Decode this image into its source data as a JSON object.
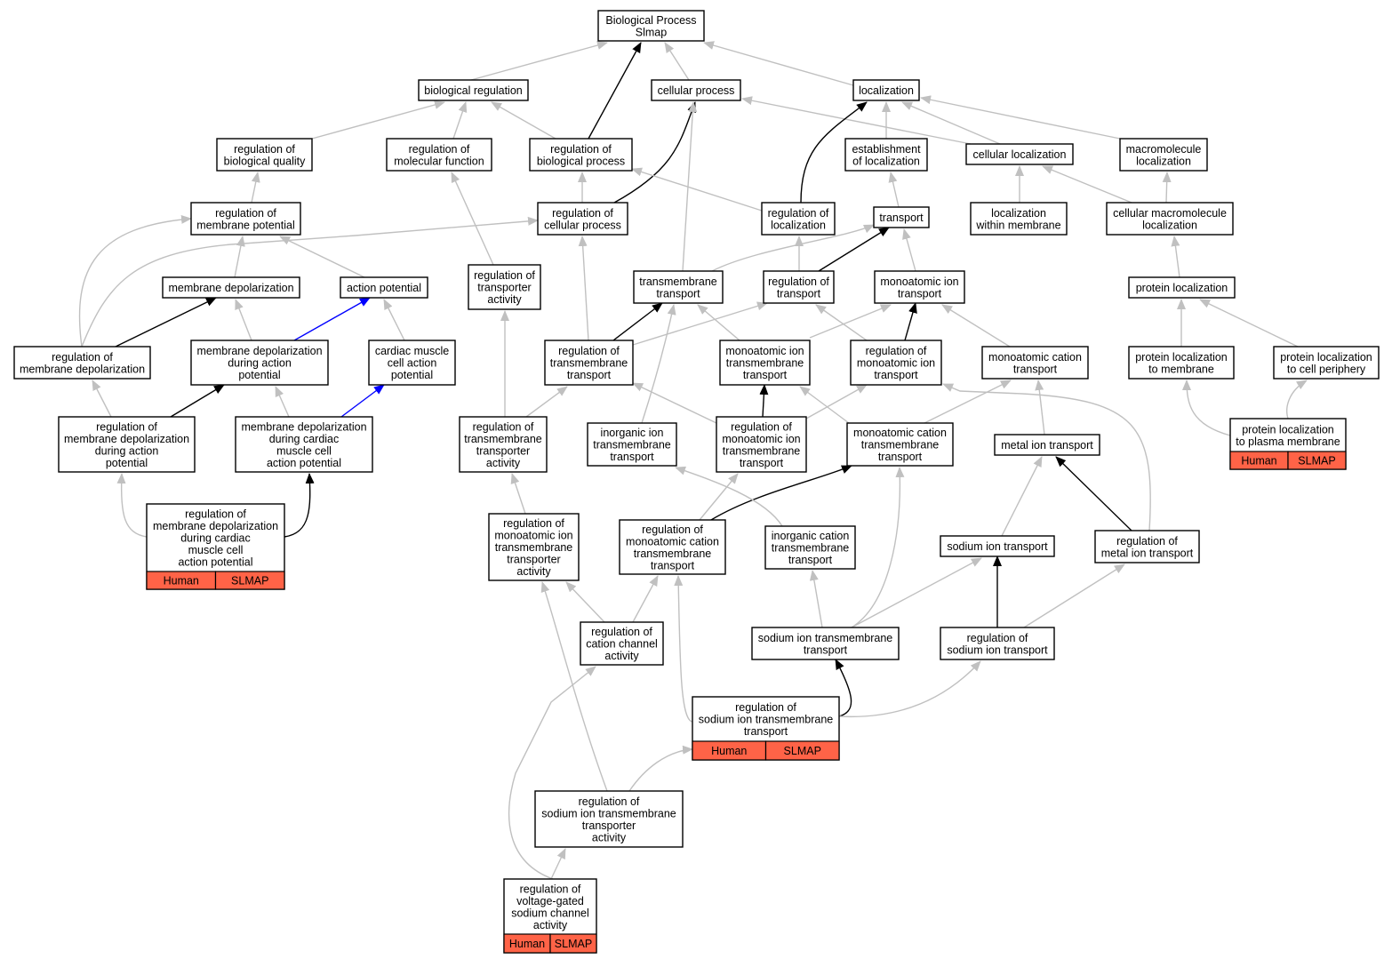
{
  "colors": {
    "gray": "#c0c0c0",
    "black": "#000000",
    "blue": "#0000ff",
    "tag": "#ff6347"
  },
  "tags": [
    "Human",
    "SLMAP"
  ],
  "nodes": [
    {
      "id": "root",
      "lines": [
        "Biological Process",
        "Slmap"
      ]
    },
    {
      "id": "bioreg",
      "lines": [
        "biological regulation"
      ]
    },
    {
      "id": "cellproc",
      "lines": [
        "cellular process"
      ]
    },
    {
      "id": "loc",
      "lines": [
        "localization"
      ]
    },
    {
      "id": "regbq",
      "lines": [
        "regulation of",
        "biological quality"
      ]
    },
    {
      "id": "regmf",
      "lines": [
        "regulation of",
        "molecular function"
      ]
    },
    {
      "id": "regbp",
      "lines": [
        "regulation of",
        "biological process"
      ]
    },
    {
      "id": "estloc",
      "lines": [
        "establishment",
        "of localization"
      ]
    },
    {
      "id": "cellloc",
      "lines": [
        "cellular localization"
      ]
    },
    {
      "id": "macloc",
      "lines": [
        "macromolecule",
        "localization"
      ]
    },
    {
      "id": "regmp",
      "lines": [
        "regulation of",
        "membrane potential"
      ]
    },
    {
      "id": "regcp",
      "lines": [
        "regulation of",
        "cellular process"
      ]
    },
    {
      "id": "regloc",
      "lines": [
        "regulation of",
        "localization"
      ]
    },
    {
      "id": "transport",
      "lines": [
        "transport"
      ]
    },
    {
      "id": "locmem",
      "lines": [
        "localization",
        "within membrane"
      ]
    },
    {
      "id": "cmacloc",
      "lines": [
        "cellular macromolecule",
        "localization"
      ]
    },
    {
      "id": "memdep",
      "lines": [
        "membrane depolarization"
      ]
    },
    {
      "id": "actpot",
      "lines": [
        "action potential"
      ]
    },
    {
      "id": "regtra",
      "lines": [
        "regulation of",
        "transporter",
        "activity"
      ]
    },
    {
      "id": "tmt",
      "lines": [
        "transmembrane",
        "transport"
      ]
    },
    {
      "id": "regtr",
      "lines": [
        "regulation of",
        "transport"
      ]
    },
    {
      "id": "mit",
      "lines": [
        "monoatomic ion",
        "transport"
      ]
    },
    {
      "id": "protloc",
      "lines": [
        "protein localization"
      ]
    },
    {
      "id": "regmd",
      "lines": [
        "regulation of",
        "membrane depolarization"
      ]
    },
    {
      "id": "mdap",
      "lines": [
        "membrane depolarization",
        "during action",
        "potential"
      ]
    },
    {
      "id": "cmcap",
      "lines": [
        "cardiac muscle",
        "cell action",
        "potential"
      ]
    },
    {
      "id": "regtmt",
      "lines": [
        "regulation of",
        "transmembrane",
        "transport"
      ]
    },
    {
      "id": "mitmt",
      "lines": [
        "monoatomic ion",
        "transmembrane",
        "transport"
      ]
    },
    {
      "id": "regmit",
      "lines": [
        "regulation of",
        "monoatomic ion",
        "transport"
      ]
    },
    {
      "id": "mct",
      "lines": [
        "monoatomic cation",
        "transport"
      ]
    },
    {
      "id": "plmem",
      "lines": [
        "protein localization",
        "to membrane"
      ]
    },
    {
      "id": "plcp",
      "lines": [
        "protein localization",
        "to cell periphery"
      ]
    },
    {
      "id": "regmdap",
      "lines": [
        "regulation of",
        "membrane depolarization",
        "during action",
        "potential"
      ]
    },
    {
      "id": "mdcmcap",
      "lines": [
        "membrane depolarization",
        "during cardiac",
        "muscle cell",
        "action potential"
      ]
    },
    {
      "id": "regtmta",
      "lines": [
        "regulation of",
        "transmembrane",
        "transporter",
        "activity"
      ]
    },
    {
      "id": "iitmt",
      "lines": [
        "inorganic ion",
        "transmembrane",
        "transport"
      ]
    },
    {
      "id": "regmitmt",
      "lines": [
        "regulation of",
        "monoatomic ion",
        "transmembrane",
        "transport"
      ]
    },
    {
      "id": "mctmt",
      "lines": [
        "monoatomic cation",
        "transmembrane",
        "transport"
      ]
    },
    {
      "id": "metal",
      "lines": [
        "metal ion transport"
      ]
    },
    {
      "id": "plpm",
      "lines": [
        "protein localization",
        "to plasma membrane"
      ],
      "tagged": true
    },
    {
      "id": "regmdcm",
      "lines": [
        "regulation of",
        "membrane depolarization",
        "during cardiac",
        "muscle cell",
        "action potential"
      ],
      "tagged": true
    },
    {
      "id": "regmitmta",
      "lines": [
        "regulation of",
        "monoatomic ion",
        "transmembrane",
        "transporter",
        "activity"
      ]
    },
    {
      "id": "regmctmt",
      "lines": [
        "regulation of",
        "monoatomic cation",
        "transmembrane",
        "transport"
      ]
    },
    {
      "id": "ictmt",
      "lines": [
        "inorganic cation",
        "transmembrane",
        "transport"
      ]
    },
    {
      "id": "sodium",
      "lines": [
        "sodium ion transport"
      ]
    },
    {
      "id": "regmetal",
      "lines": [
        "regulation of",
        "metal ion transport"
      ]
    },
    {
      "id": "regcca",
      "lines": [
        "regulation of",
        "cation channel",
        "activity"
      ]
    },
    {
      "id": "sitmt",
      "lines": [
        "sodium ion transmembrane",
        "transport"
      ]
    },
    {
      "id": "regsit",
      "lines": [
        "regulation of",
        "sodium ion transport"
      ]
    },
    {
      "id": "regsitmt",
      "lines": [
        "regulation of",
        "sodium ion transmembrane",
        "transport"
      ],
      "tagged": true
    },
    {
      "id": "regsitmta",
      "lines": [
        "regulation of",
        "sodium ion transmembrane",
        "transporter",
        "activity"
      ]
    },
    {
      "id": "regvgsc",
      "lines": [
        "regulation of",
        "voltage-gated",
        "sodium channel",
        "activity"
      ],
      "tagged": true
    }
  ]
}
